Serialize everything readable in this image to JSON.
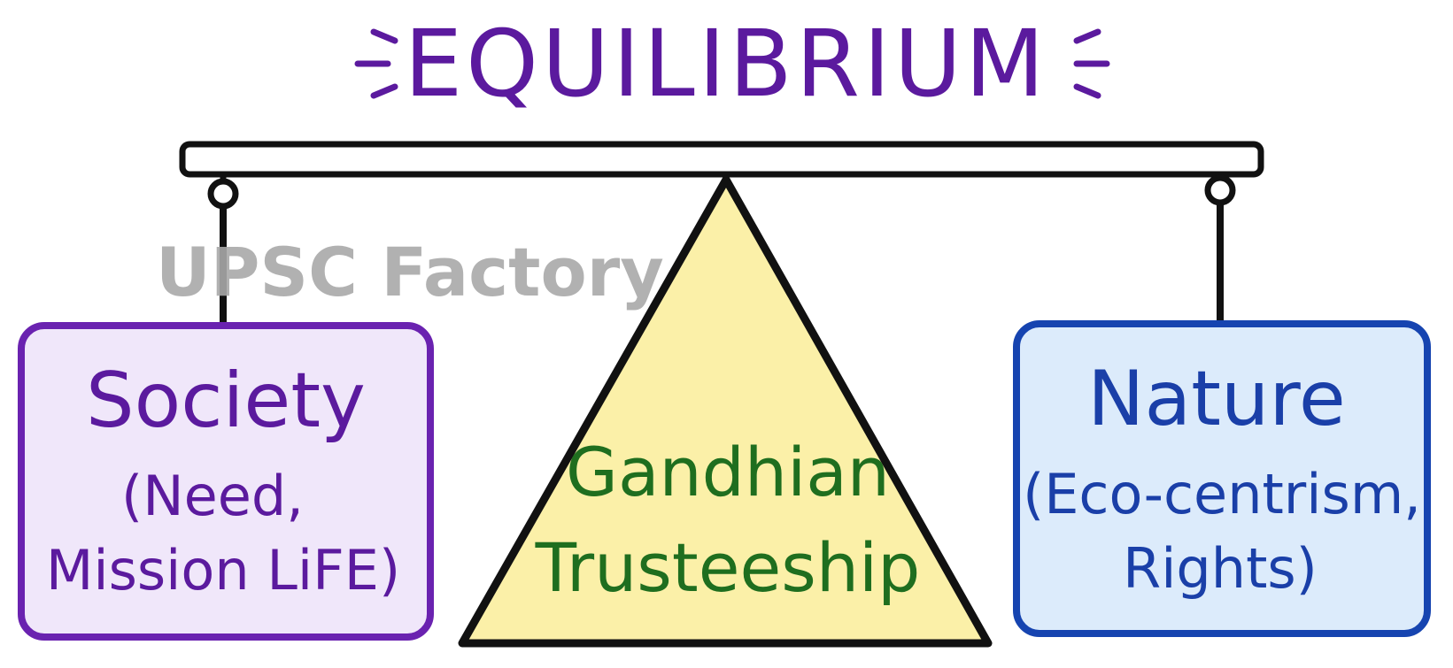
{
  "title": "EQUILIBRIUM",
  "watermark": "UPSC Factory",
  "left_box": {
    "title": "Society",
    "line1": "(Need,",
    "line2": "Mission LiFE)"
  },
  "fulcrum": {
    "line1": "Gandhian",
    "line2": "Trusteeship"
  },
  "right_box": {
    "title": "Nature",
    "line1": "(Eco-centrism,",
    "line2": "Rights)"
  },
  "colors": {
    "title": "#5b1a9e",
    "left_border": "#6a22b0",
    "left_fill": "#f0e7fa",
    "left_text": "#5b1a9e",
    "right_border": "#1644b0",
    "right_fill": "#dcebfb",
    "right_text": "#1a3fa8",
    "triangle_fill": "#fbf0a8",
    "triangle_text": "#1f6e1f",
    "outline": "#111111",
    "watermark": "#a8a8a8"
  },
  "icons": {
    "title_accents": "burst-lines-icon",
    "pivot": "pivot-ring-icon"
  }
}
